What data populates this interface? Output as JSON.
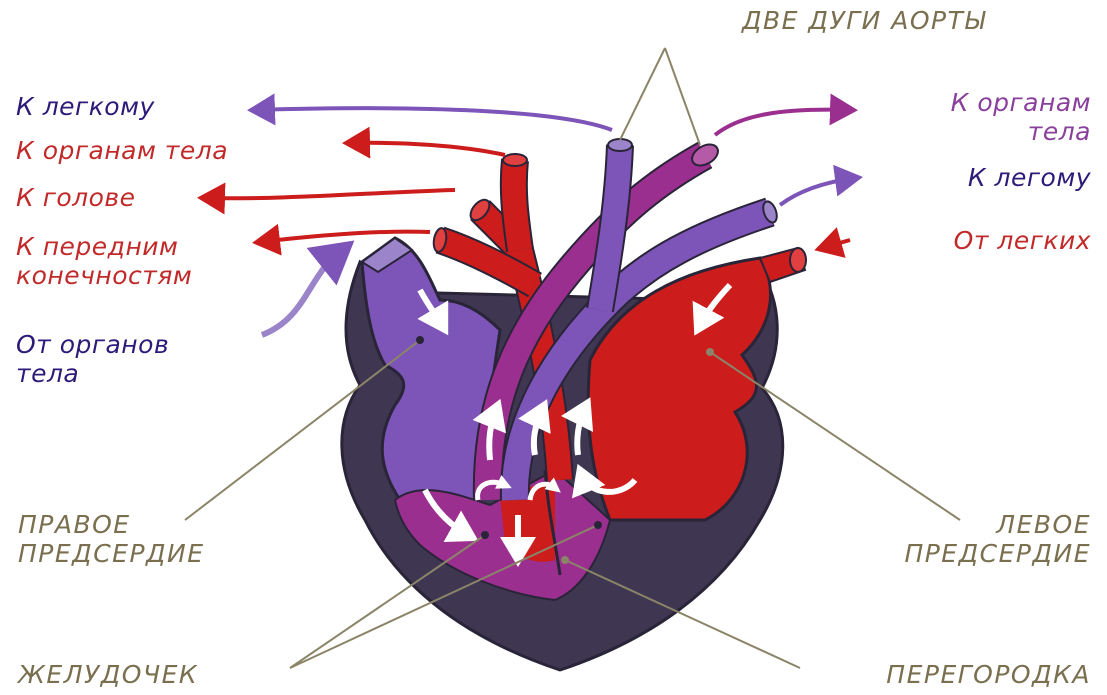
{
  "labels": {
    "aortic_arches": "ДВЕ ДУГИ АОРТЫ",
    "to_lung_left": "К легкому",
    "to_body_organs_left": "К органам тела",
    "to_head": "К голове",
    "to_forelimbs": [
      "К передним",
      "конечностям"
    ],
    "from_body_organs": [
      "От органов",
      "тела"
    ],
    "right_atrium": [
      "ПРАВОЕ",
      "ПРЕДСЕРДИЕ"
    ],
    "ventricle": "ЖЕЛУДОЧЕК",
    "to_body_organs_right": [
      "К органам",
      "тела"
    ],
    "to_lung_right": "К легому",
    "from_lungs": "От легких",
    "left_atrium": [
      "ЛЕВОЕ",
      "ПРЕДСЕРДИЕ"
    ],
    "septum": "ПЕРЕГОРОДКА"
  },
  "colors": {
    "oxygenated": "#cc1c1c",
    "deoxygenated": "#7d55b8",
    "mixed": "#9b2f8f",
    "wall": "#3f3752",
    "label_olive": "#7a7050",
    "label_red": "#c22a2a",
    "label_navy": "#2e1a78"
  }
}
